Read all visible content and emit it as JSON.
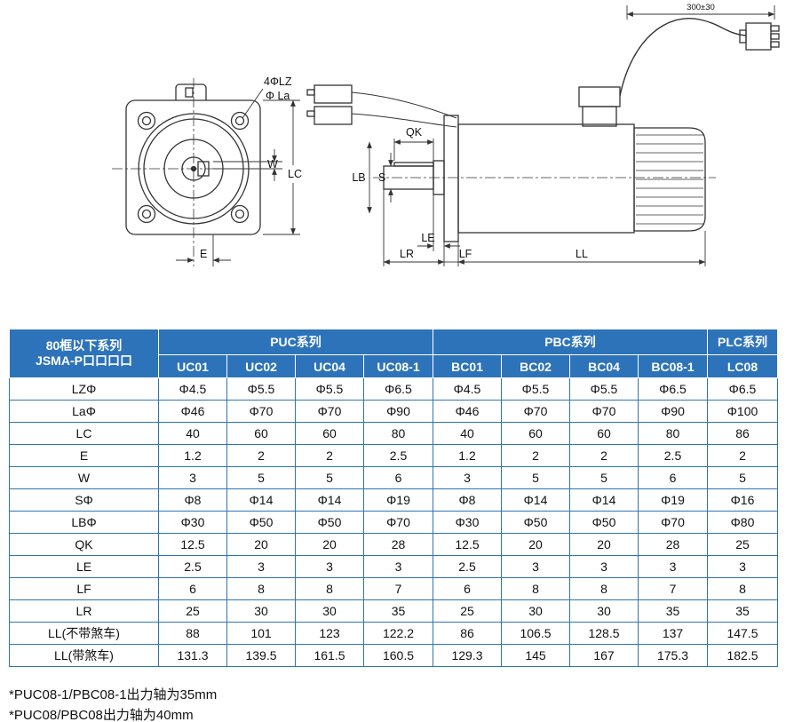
{
  "colors": {
    "header_blue": "#2d73b9",
    "grid_blue": "#2e74b6",
    "line_color": "#333333",
    "text_color": "#111111"
  },
  "diagram": {
    "front_view": {
      "bolt_label": "4ΦLZ",
      "flange_dia_label": "Φ La",
      "w_label": "W",
      "lc_label": "LC",
      "e_label": "E"
    },
    "side_view": {
      "qk_label": "QK",
      "lb_label": "LB",
      "s_label": "S",
      "le_label": "LE",
      "lr_label": "LR",
      "lf_label": "LF",
      "ll_label": "LL",
      "cable_length_label": "300±30"
    }
  },
  "table": {
    "header": {
      "series_title_line1": "80框以下系列",
      "series_title_line2": "JSMA-P口口口口",
      "groups": [
        {
          "label": "PUC系列",
          "span": 4
        },
        {
          "label": "PBC系列",
          "span": 4
        },
        {
          "label": "PLC系列",
          "span": 1
        }
      ],
      "models": [
        "UC01",
        "UC02",
        "UC04",
        "UC08-1",
        "BC01",
        "BC02",
        "BC04",
        "BC08-1",
        "LC08"
      ]
    },
    "rows": [
      {
        "label": "LZΦ",
        "values": [
          "Φ4.5",
          "Φ5.5",
          "Φ5.5",
          "Φ6.5",
          "Φ4.5",
          "Φ5.5",
          "Φ5.5",
          "Φ6.5",
          "Φ6.5"
        ]
      },
      {
        "label": "LaΦ",
        "values": [
          "Φ46",
          "Φ70",
          "Φ70",
          "Φ90",
          "Φ46",
          "Φ70",
          "Φ70",
          "Φ90",
          "Φ100"
        ]
      },
      {
        "label": "LC",
        "values": [
          "40",
          "60",
          "60",
          "80",
          "40",
          "60",
          "60",
          "80",
          "86"
        ]
      },
      {
        "label": "E",
        "values": [
          "1.2",
          "2",
          "2",
          "2.5",
          "1.2",
          "2",
          "2",
          "2.5",
          "2"
        ]
      },
      {
        "label": "W",
        "values": [
          "3",
          "5",
          "5",
          "6",
          "3",
          "5",
          "5",
          "6",
          "5"
        ]
      },
      {
        "label": "SΦ",
        "values": [
          "Φ8",
          "Φ14",
          "Φ14",
          "Φ19",
          "Φ8",
          "Φ14",
          "Φ14",
          "Φ19",
          "Φ16"
        ]
      },
      {
        "label": "LBΦ",
        "values": [
          "Φ30",
          "Φ50",
          "Φ50",
          "Φ70",
          "Φ30",
          "Φ50",
          "Φ50",
          "Φ70",
          "Φ80"
        ]
      },
      {
        "label": "QK",
        "values": [
          "12.5",
          "20",
          "20",
          "28",
          "12.5",
          "20",
          "20",
          "28",
          "25"
        ]
      },
      {
        "label": "LE",
        "values": [
          "2.5",
          "3",
          "3",
          "3",
          "2.5",
          "3",
          "3",
          "3",
          "3"
        ]
      },
      {
        "label": "LF",
        "values": [
          "6",
          "8",
          "8",
          "7",
          "6",
          "8",
          "8",
          "7",
          "8"
        ]
      },
      {
        "label": "LR",
        "values": [
          "25",
          "30",
          "30",
          "35",
          "25",
          "30",
          "30",
          "35",
          "35"
        ]
      },
      {
        "label": "LL(不带煞车)",
        "values": [
          "88",
          "101",
          "123",
          "122.2",
          "86",
          "106.5",
          "128.5",
          "137",
          "147.5"
        ]
      },
      {
        "label": "LL(带煞车)",
        "values": [
          "131.3",
          "139.5",
          "161.5",
          "160.5",
          "129.3",
          "145",
          "167",
          "175.3",
          "182.5"
        ]
      }
    ]
  },
  "footnotes": [
    "*PUC08-1/PBC08-1出力轴为35mm",
    "*PUC08/PBC08出力轴为40mm"
  ]
}
